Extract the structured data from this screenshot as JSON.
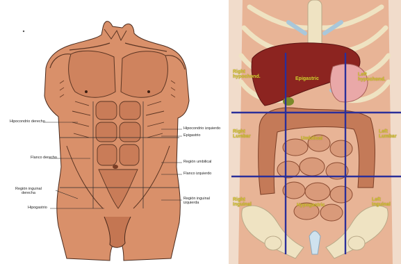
{
  "left_labels": {
    "hypochondrium_right": "Hipocondrio derecho",
    "hypochondrium_left": "Hipocondrio izquierdo",
    "epigastrium": "Epigastrio",
    "flank_right": "Flanco derecho",
    "umbilical": "Región umbilical",
    "flank_left": "Flanco izquierdo",
    "inguinal_right_1": "Región inguinal",
    "inguinal_right_2": "derecha",
    "hypogastrium": "Hipogastrio",
    "inguinal_left_1": "Región inguinal",
    "inguinal_left_2": "izquierda"
  },
  "right_labels": {
    "r_hypo_1": "Right",
    "r_hypo_2": "hypochond.",
    "epigastric": "Epigastric",
    "l_hypo_1": "Left",
    "l_hypo_2": "hypochond.",
    "r_lumbar_1": "Right",
    "r_lumbar_2": "Lumbar",
    "umbilical": "Umbilical",
    "l_lumbar_1": "Left",
    "l_lumbar_2": "Lumbar",
    "r_inguinal_1": "Right",
    "r_inguinal_2": "Inguinal",
    "hypogastric": "Hypogastric",
    "l_inguinal_1": "Left",
    "l_inguinal_2": "Inguinal"
  },
  "colors": {
    "skin": "#d9906a",
    "skin_shadow": "#a85e3e",
    "grid_line": "#2a2f9a",
    "label_yellow": "#d8c833",
    "liver": "#8c2420",
    "intestine": "#cf8a6c",
    "bone": "#efe3c2",
    "cartilage": "#a9c7da"
  }
}
